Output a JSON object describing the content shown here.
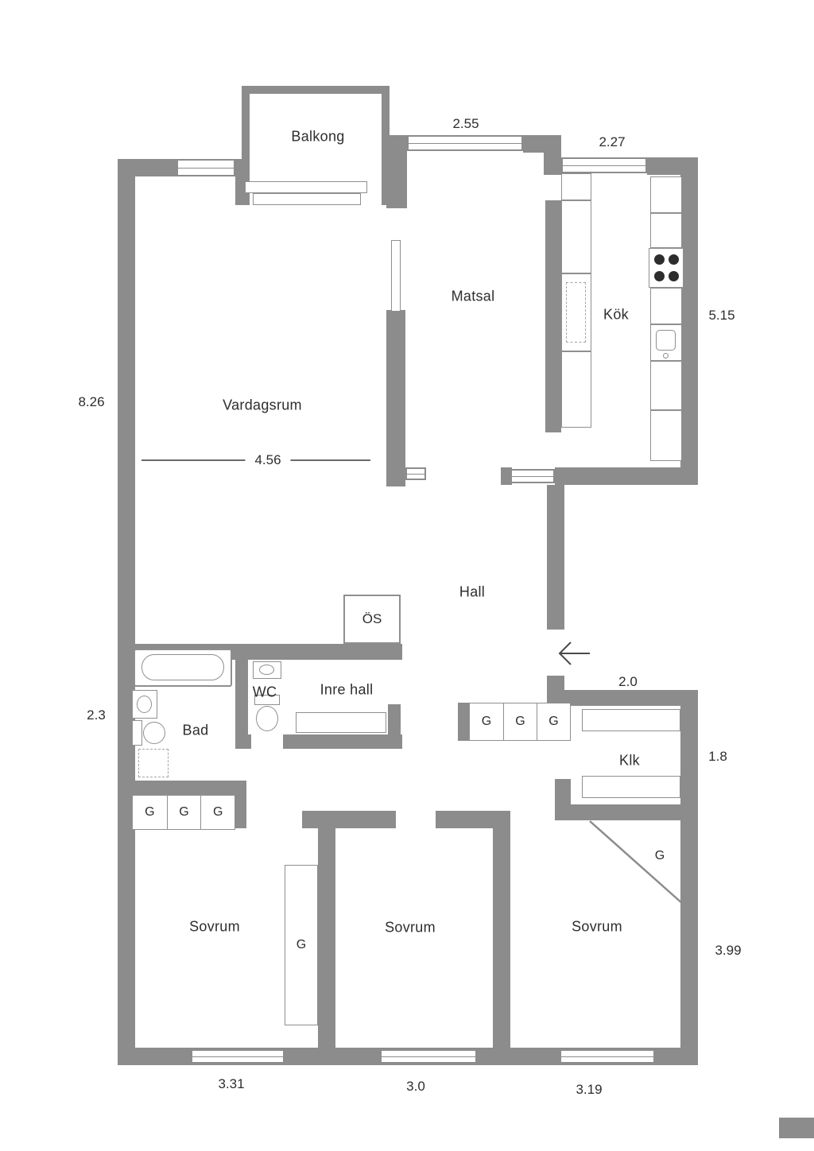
{
  "colors": {
    "wall": "#8c8c8c",
    "text": "#2e2e2e"
  },
  "rooms": {
    "balkong": {
      "label": "Balkong"
    },
    "matsal": {
      "label": "Matsal"
    },
    "kok": {
      "label": "Kök"
    },
    "vardagsrum": {
      "label": "Vardagsrum"
    },
    "hall": {
      "label": "Hall"
    },
    "os": {
      "label": "ÖS"
    },
    "inre_hall": {
      "label": "Inre hall"
    },
    "wc": {
      "label": "WC"
    },
    "bad": {
      "label": "Bad"
    },
    "klk": {
      "label": "Klk"
    },
    "sovrum_1": {
      "label": "Sovrum"
    },
    "sovrum_2": {
      "label": "Sovrum"
    },
    "sovrum_3": {
      "label": "Sovrum"
    }
  },
  "wardrobe": {
    "label": "G"
  },
  "dimensions": {
    "top_window": "2.55",
    "kitchen_window": "2.27",
    "kitchen_right": "5.15",
    "left_upper": "8.26",
    "vardagsrum_width": "4.56",
    "left_lower": "2.3",
    "klk_width": "2.0",
    "klk_right": "1.8",
    "bedroom_right": "3.99",
    "sovrum1_window": "3.31",
    "sovrum2_window": "3.0",
    "sovrum3_window": "3.19"
  }
}
